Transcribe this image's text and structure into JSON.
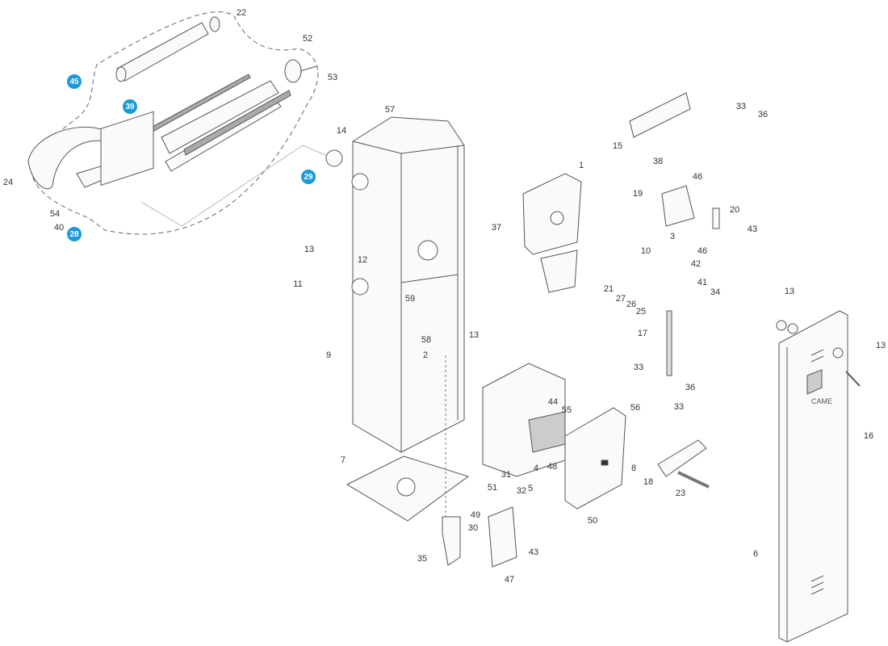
{
  "diagram": {
    "title": "Exploded parts view - barrier operator",
    "highlight_color": "#1a9ad6",
    "highlighted_parts": [
      "45",
      "39",
      "29",
      "28"
    ],
    "brand_marking": "CAME",
    "callouts": [
      "22",
      "52",
      "53",
      "45",
      "39",
      "24",
      "54",
      "40",
      "28",
      "29",
      "57",
      "14",
      "13",
      "12",
      "11",
      "59",
      "13",
      "58",
      "2",
      "9",
      "7",
      "1",
      "37",
      "15",
      "33",
      "36",
      "38",
      "46",
      "19",
      "20",
      "3",
      "43",
      "10",
      "46",
      "42",
      "21",
      "27",
      "26",
      "25",
      "41",
      "34",
      "13",
      "13",
      "17",
      "33",
      "36",
      "33",
      "56",
      "44",
      "55",
      "48",
      "51",
      "31",
      "32",
      "4",
      "5",
      "8",
      "18",
      "23",
      "50",
      "49",
      "30",
      "43",
      "35",
      "47",
      "16",
      "6"
    ]
  }
}
